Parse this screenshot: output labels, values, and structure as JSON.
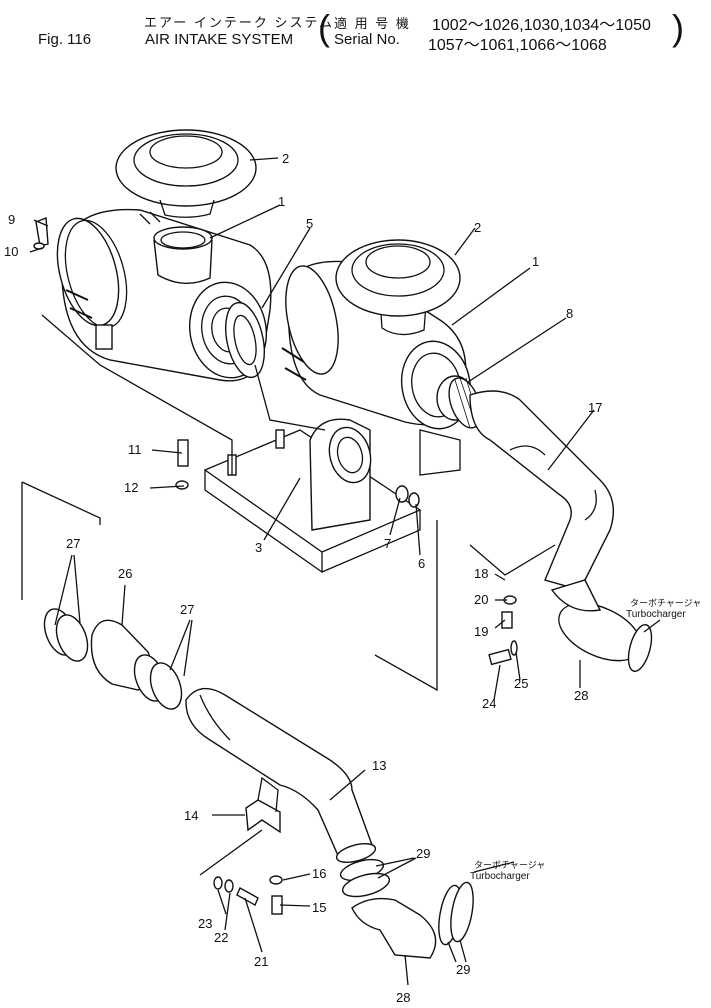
{
  "header": {
    "title_jp": "エアー インテーク システム",
    "fig_no": "Fig. 116",
    "title_en": "AIR INTAKE SYSTEM",
    "serial_jp_label": "適 用 号 機",
    "serial_jp_range": "1002～1026,1030,1034～1050",
    "serial_en_label": "Serial No.",
    "serial_en_range": "1057～1061,1066～1068"
  },
  "turbo_label_1": {
    "jp": "ターボチャージャ",
    "en": "Turbocharger"
  },
  "turbo_label_2": {
    "jp": "ターボチャージャ",
    "en": "Turbocharger"
  },
  "callouts": {
    "c1a": "1",
    "c1b": "1",
    "c2a": "2",
    "c2b": "2",
    "c3": "3",
    "c5": "5",
    "c6": "6",
    "c7": "7",
    "c8": "8",
    "c9": "9",
    "c10": "10",
    "c11": "11",
    "c12": "12",
    "c13": "13",
    "c14": "14",
    "c15": "15",
    "c16": "16",
    "c17": "17",
    "c18": "18",
    "c19": "19",
    "c20": "20",
    "c21": "21",
    "c22": "22",
    "c23": "23",
    "c24": "24",
    "c25": "25",
    "c26": "26",
    "c27a": "27",
    "c27b": "27",
    "c28a": "28",
    "c28b": "28",
    "c29a": "29",
    "c29b": "29"
  }
}
